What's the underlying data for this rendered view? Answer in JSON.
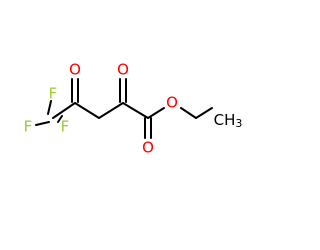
{
  "molecule": {
    "atom_labels": {
      "f_top": "F",
      "f_left": "F",
      "f_bottom": "F",
      "o_ketone_1": "O",
      "o_ketone_2": "O",
      "o_ester_ether": "O",
      "o_ester_carbonyl": "O",
      "ch3_main": "CH",
      "ch3_sub": "3"
    },
    "colors": {
      "fluorine": "#9acd32",
      "oxygen": "#ff0000",
      "carbon": "#000000",
      "bond": "#000000"
    }
  }
}
